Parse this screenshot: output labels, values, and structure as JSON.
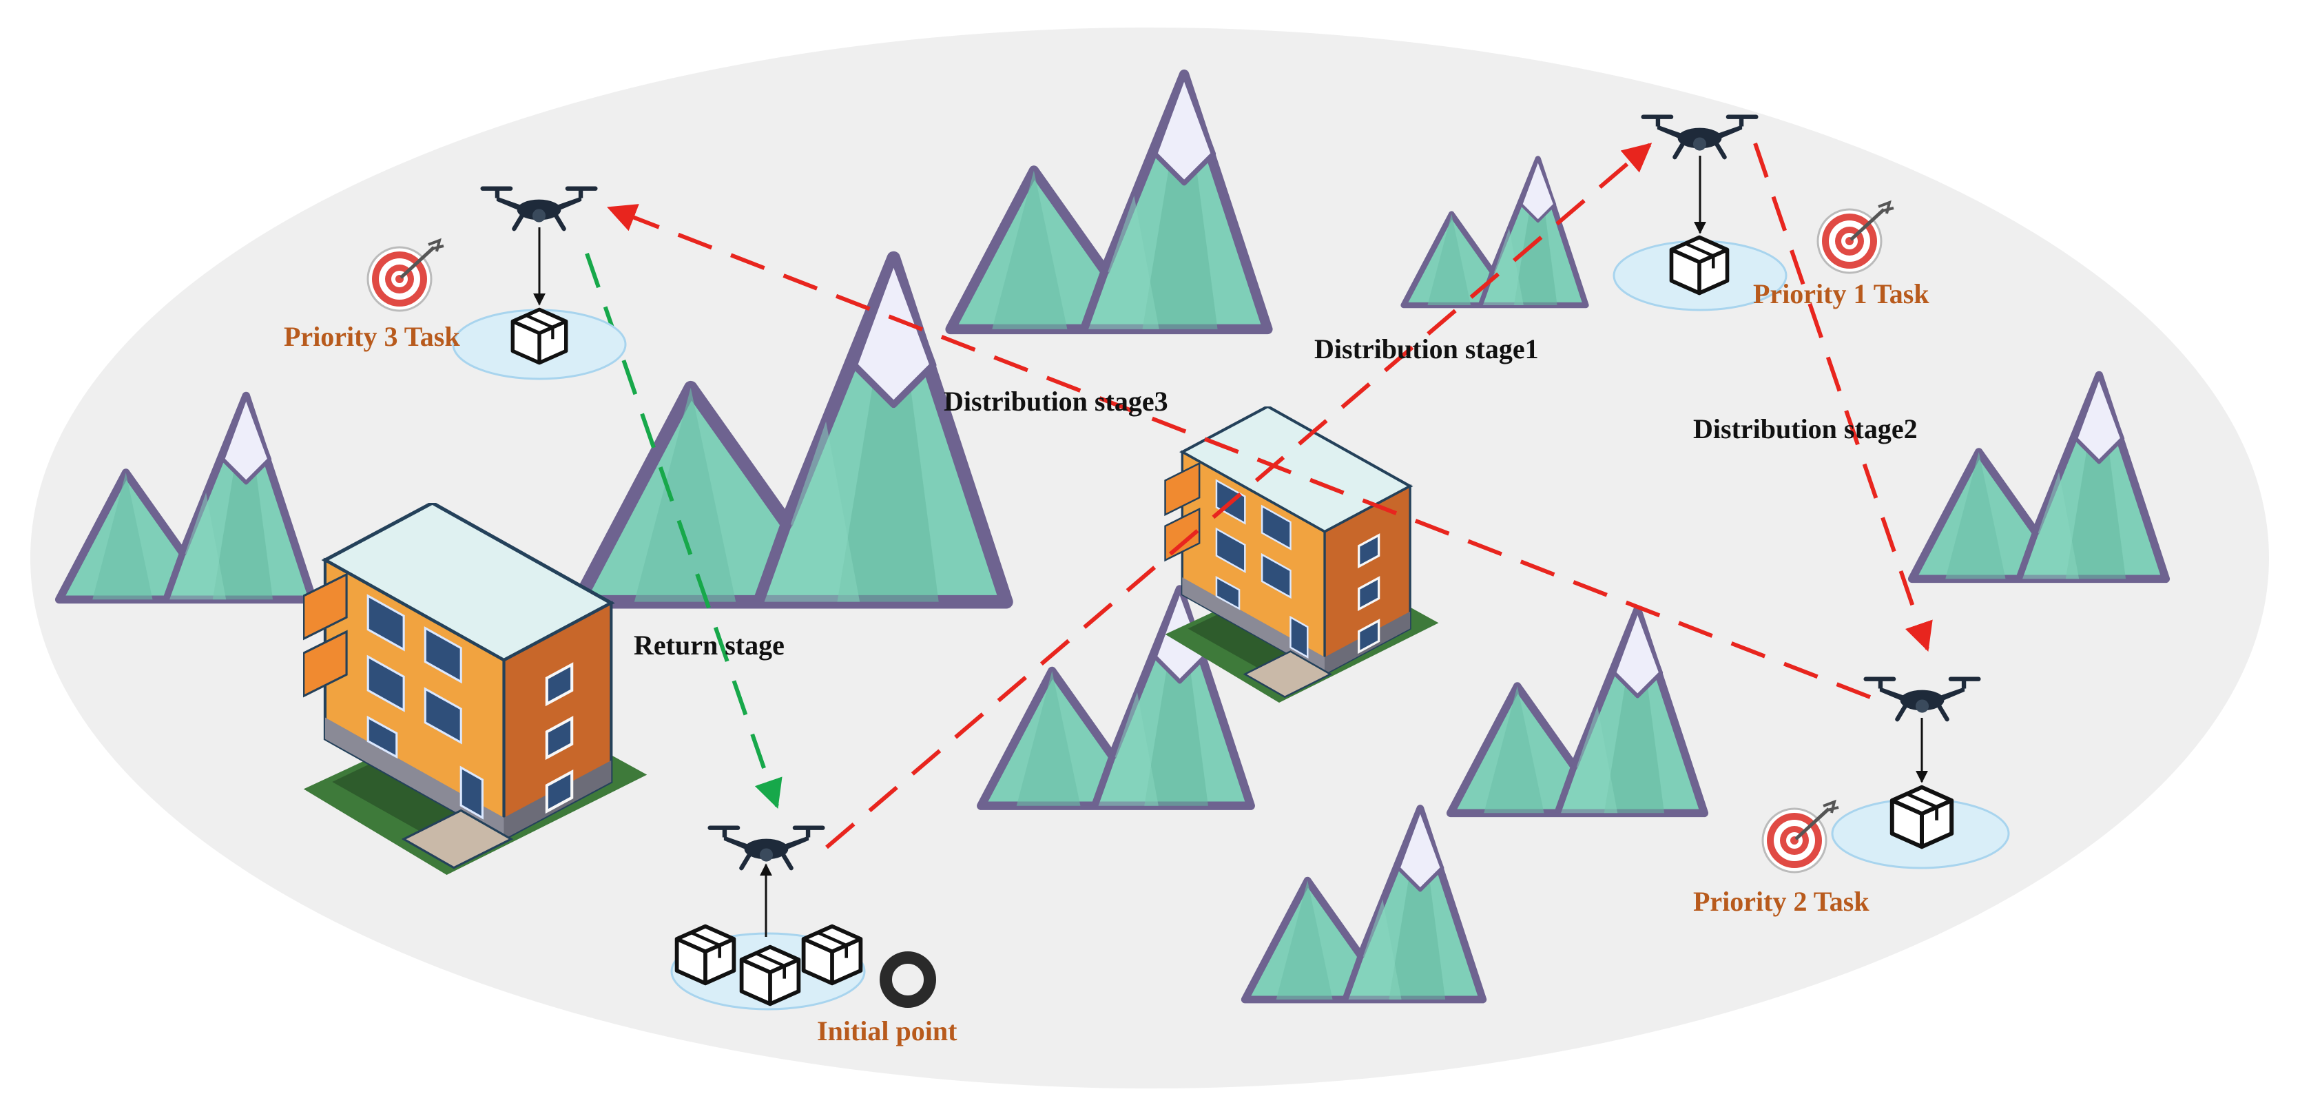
{
  "labels": {
    "priority3": "Priority 3 Task",
    "priority1": "Priority 1 Task",
    "priority2": "Priority 2 Task",
    "stage1": "Distribution stage1",
    "stage2": "Distribution stage2",
    "stage3": "Distribution stage3",
    "return": "Return stage",
    "initial": "Initial point"
  },
  "colors": {
    "background_ellipse": "#efefef",
    "mountain_fill": "#7fcfb8",
    "mountain_shadow": "#5fb59e",
    "mountain_stroke": "#6e6390",
    "snow": "#eeeefa",
    "delivery_path": "#e8251e",
    "return_path": "#17a84a",
    "task_label": "#b85a1c",
    "stage_label": "#111111",
    "drone": "#1e2a3a",
    "pad": "#d9eef8",
    "target_red": "#e04a44"
  },
  "icons": [
    "drone-icon",
    "package-icon",
    "target-icon",
    "building-icon",
    "mountain-icon",
    "ring-icon"
  ]
}
